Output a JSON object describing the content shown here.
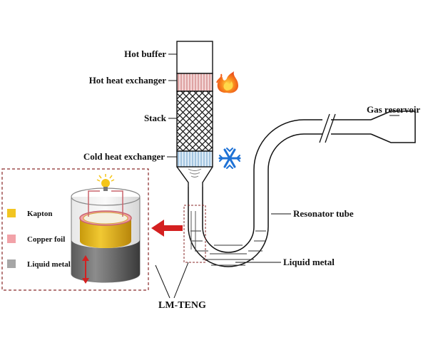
{
  "labels": {
    "hot_buffer": "Hot buffer",
    "hot_heat_exchanger": "Hot heat exchanger",
    "stack": "Stack",
    "cold_heat_exchanger": "Cold heat exchanger",
    "gas_reservoir": "Gas reservoir",
    "resonator_tube": "Resonator tube",
    "liquid_metal": "Liquid metal",
    "lm_teng": "LM-TENG"
  },
  "legend": [
    {
      "label": "Kapton",
      "color": "#f2c522"
    },
    {
      "label": "Copper foil",
      "color": "#f2a2a8"
    },
    {
      "label": "Liquid metal",
      "color": "#a6a6a6"
    }
  ],
  "colors": {
    "accent_red": "#d42020",
    "dashed_border": "#8a2a2a",
    "flame": "#f5621a",
    "snowflake": "#1e72d6",
    "bulb": "#f5c518",
    "hot_exchanger": "#e9a3a3",
    "cold_exchanger": "#a9cde8"
  },
  "icons": [
    "flame-icon",
    "snowflake-icon",
    "bulb-icon",
    "sound-wave-icon"
  ]
}
